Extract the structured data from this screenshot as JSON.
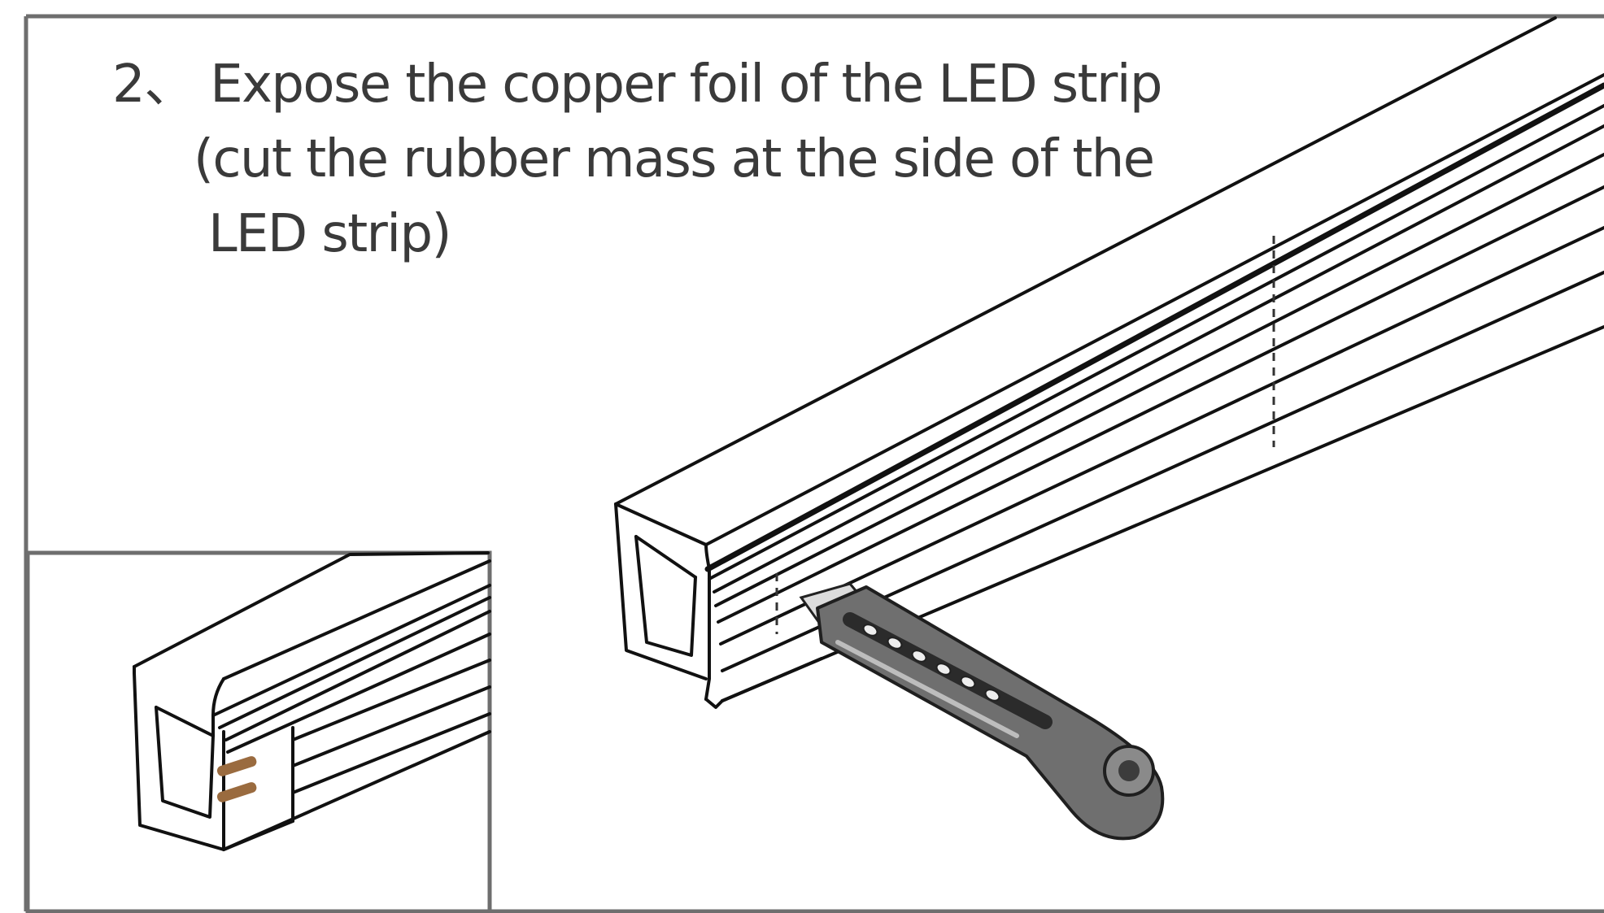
{
  "step": {
    "number": "2、",
    "lines": [
      "Expose the copper foil of the LED strip",
      "(cut the rubber mass at the side of the",
      "LED strip)"
    ]
  },
  "colors": {
    "line_art": "#111111",
    "text": "#3a3a3a",
    "frame": "#6e6e6e",
    "copper_foil": "#9a6b3f",
    "knife_handle": "#6f6f6f",
    "knife_blade": "#dcdcdc"
  }
}
